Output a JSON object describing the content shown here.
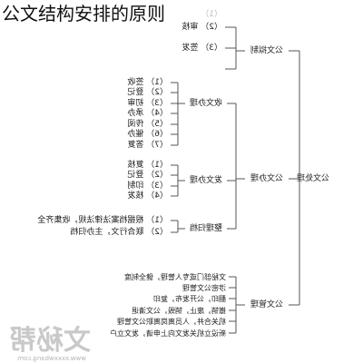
{
  "title": "公文结构安排的原则",
  "root": "公文处理",
  "faint_top": "（1）",
  "branches": {
    "drafting": {
      "label": "公文拟制",
      "items": [
        "（2） 审核",
        "（3） 签发"
      ]
    },
    "handling": {
      "label": "公文办理",
      "receive": {
        "label": "收文办理",
        "items": [
          "（1） 签收",
          "（2） 登记",
          "（3） 初审",
          "（4） 承办",
          "（5） 传阅",
          "（6） 催办",
          "（7） 答复"
        ]
      },
      "send": {
        "label": "发文办理",
        "items": [
          "（1） 复核",
          "（2） 登记",
          "（3） 印制",
          "（4） 核发"
        ]
      },
      "archive": {
        "label": "整理归档",
        "items": [
          "（1） 根据档案法律法规，收集齐全",
          "（2） 联合行文，主办归档"
        ]
      }
    },
    "management": {
      "label": "公文管理",
      "items": [
        "文秘部门或专人管理，健全制度",
        "涉密公文管理",
        "翻印，公开发布，复印",
        "撤销，废止，销毁，公文清退",
        "机关合并，人员离岗离职公文管理",
        "新设立机关发文向上申请，发文立户"
      ]
    }
  },
  "watermark": {
    "big": "文秘帮",
    "small": "www.xxxxwbang.com"
  }
}
